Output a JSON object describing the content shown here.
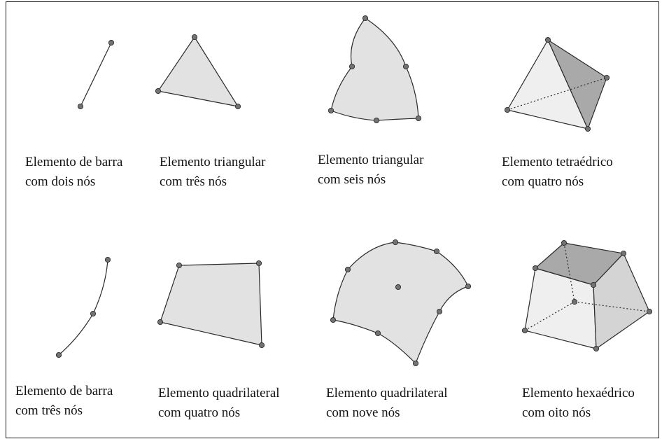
{
  "elements": [
    {
      "line1": "Elemento de barra",
      "line2": "com dois nós"
    },
    {
      "line1": "Elemento triangular",
      "line2": "com três nós"
    },
    {
      "line1": "Elemento triangular",
      "line2": "com seis nós"
    },
    {
      "line1": "Elemento tetraédrico",
      "line2": "com quatro nós"
    },
    {
      "line1": "Elemento de barra",
      "line2": "com três nós"
    },
    {
      "line1": "Elemento quadrilateral",
      "line2": "com quatro nós"
    },
    {
      "line1": "Elemento quadrilateral",
      "line2": "com nove nós"
    },
    {
      "line1": "Elemento hexaédrico",
      "line2": "com oito nós"
    }
  ],
  "colors": {
    "face_fill": "#e2e2e2",
    "face_light": "#efefef",
    "face_mid": "#d4d4d4",
    "face_dark": "#a9a9a9",
    "node_fill": "#737373",
    "stroke": "#2a2a2a"
  }
}
